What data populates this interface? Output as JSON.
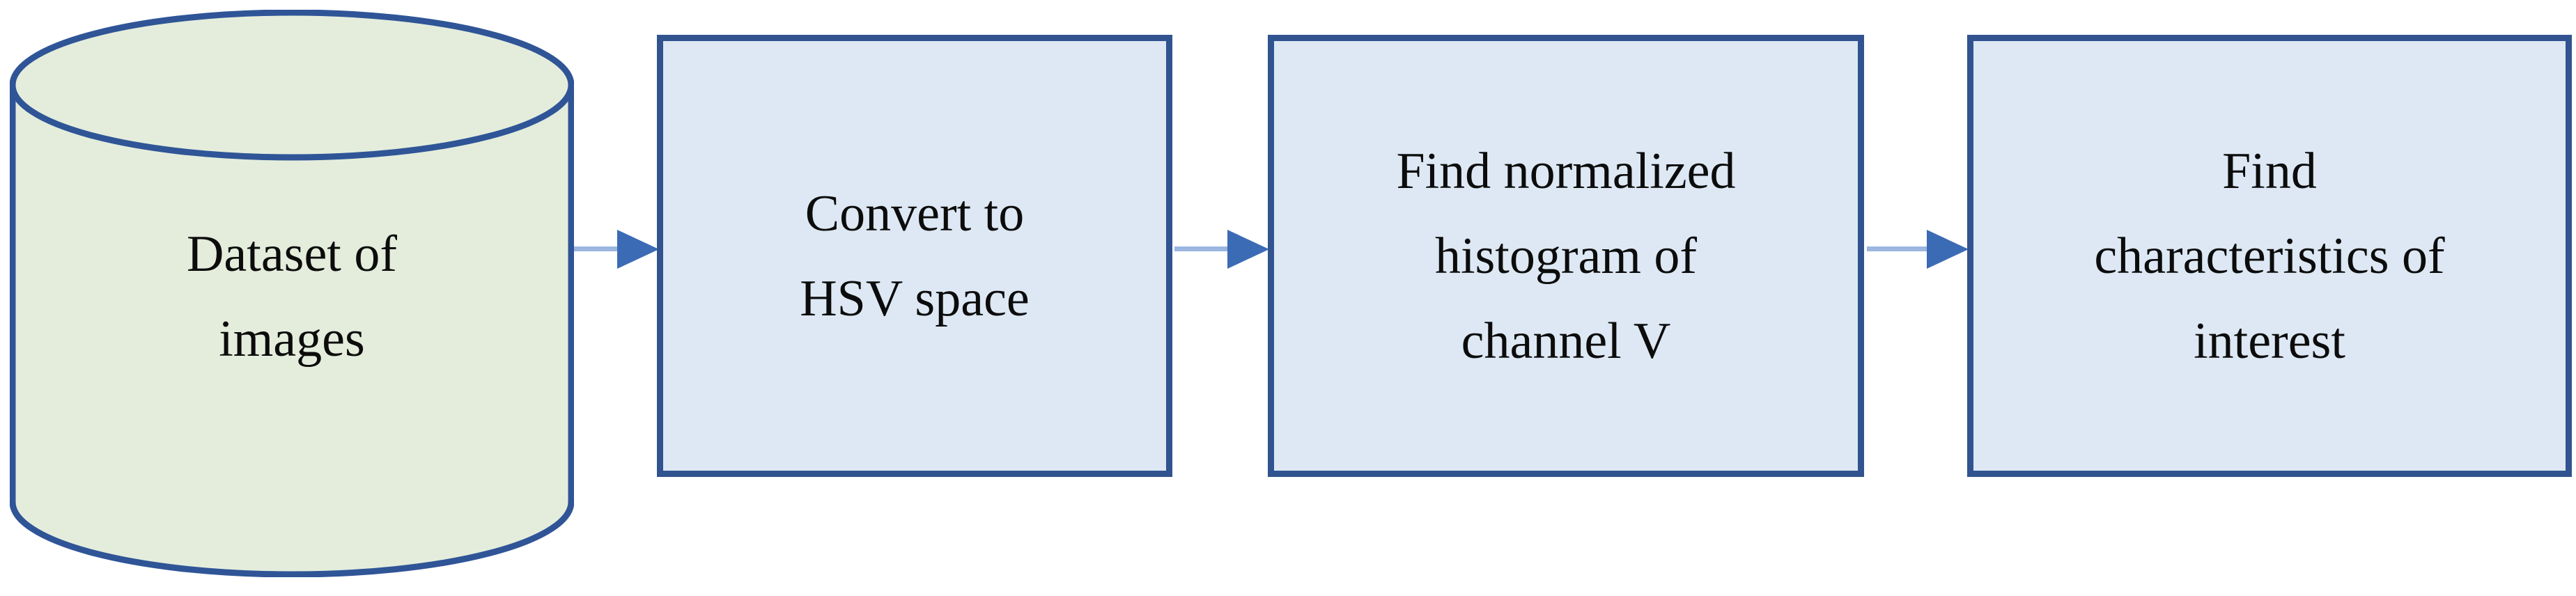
{
  "diagram": {
    "type": "flowchart",
    "orientation": "left-to-right",
    "background_color": "#FFFFFF",
    "nodes": [
      {
        "id": "dataset",
        "shape": "cylinder",
        "label": "Dataset of\nimages",
        "fill_color": "#E4EDDC",
        "border_color": "#2F5597"
      },
      {
        "id": "convert",
        "shape": "rectangle",
        "label": "Convert to\nHSV space",
        "fill_color": "#DDE8F4",
        "border_color": "#31538F"
      },
      {
        "id": "histogram",
        "shape": "rectangle",
        "label": "Find normalized\nhistogram of\nchannel V",
        "fill_color": "#DDE8F4",
        "border_color": "#31538F"
      },
      {
        "id": "features",
        "shape": "rectangle",
        "label": "Find\ncharacteristics of\ninterest",
        "fill_color": "#DDE8F4",
        "border_color": "#31538F"
      }
    ],
    "edges": [
      {
        "id": "edge-1",
        "from": "dataset",
        "to": "convert",
        "style": "arrow",
        "shaft_color": "#9CB6E0",
        "head_color": "#3B6BB5"
      },
      {
        "id": "edge-2",
        "from": "convert",
        "to": "histogram",
        "style": "arrow",
        "shaft_color": "#9CB6E0",
        "head_color": "#3B6BB5"
      },
      {
        "id": "edge-3",
        "from": "histogram",
        "to": "features",
        "style": "arrow",
        "shaft_color": "#9CB6E0",
        "head_color": "#3B6BB5"
      }
    ],
    "text_color": "#0C0C0C"
  }
}
